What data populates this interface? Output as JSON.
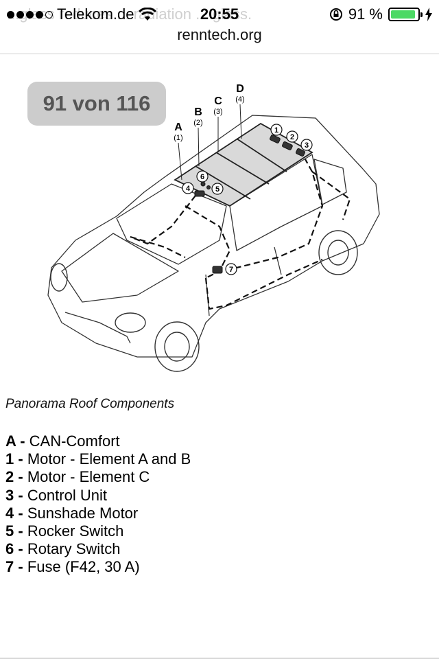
{
  "status": {
    "carrier": "Telekom.de",
    "time": "20:55",
    "battery_text": "91 %",
    "battery_level": 0.91,
    "signal_bars_filled": 4,
    "signal_bars_total": 5,
    "icons": [
      "wifi-icon",
      "rotation-lock-icon",
      "battery-icon",
      "charging-bolt-icon"
    ]
  },
  "ghost_text": "...glass reduces ... radiation ... glass.",
  "url": "renntech.org",
  "pager": {
    "label": "91 von 116"
  },
  "diagram": {
    "labels": {
      "A": {
        "letter": "A",
        "num": "(1)"
      },
      "B": {
        "letter": "B",
        "num": "(2)"
      },
      "C": {
        "letter": "C",
        "num": "(3)"
      },
      "D": {
        "letter": "D",
        "num": "(4)"
      }
    },
    "callouts": [
      "1",
      "2",
      "3",
      "4",
      "5",
      "6",
      "7"
    ]
  },
  "caption": "Panorama Roof Components",
  "legend": [
    {
      "key": "A",
      "text": "CAN-Comfort"
    },
    {
      "key": "1",
      "text": "Motor - Element A and B"
    },
    {
      "key": "2",
      "text": "Motor - Element C"
    },
    {
      "key": "3",
      "text": "Control Unit"
    },
    {
      "key": "4",
      "text": "Sunshade Motor"
    },
    {
      "key": "5",
      "text": "Rocker Switch"
    },
    {
      "key": "6",
      "text": "Rotary Switch"
    },
    {
      "key": "7",
      "text": "Fuse (F42, 30 A)"
    }
  ],
  "legend_separator": " - "
}
